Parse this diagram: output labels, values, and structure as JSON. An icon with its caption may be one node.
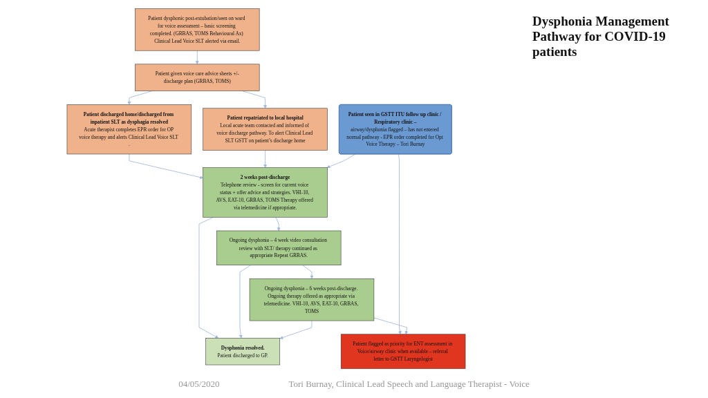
{
  "diagram": {
    "title": "Dysphonia Management Pathway for COVID-19 patients",
    "nodes": [
      {
        "text": [
          "Patient dysphonic post-extubation/seen on ward for voice assessment – basic screening completed. (GRBAS, TOMS Behavioural Ax) Clinical Lead Voice SLT alerted via email."
        ]
      },
      {
        "text": [
          "Patient given voice care advice sheets +/-discharge plan (GRBAS, TOMS)"
        ]
      },
      {
        "text": [
          "Patient discharged home/discharged from inpatient SLT as dysphagia resolved",
          "Acute therapist completes EPR order for OP voice therapy and alerts Clinical Lead Voice SLT ."
        ]
      },
      {
        "text": [
          "Patient repatriated to local hospital",
          "Local acute team contacted and informed of voice discharge pathway. To alert Clinical Lead SLT GSTT on patient’s discharge home"
        ]
      },
      {
        "text": [
          "Patient seen in GSTT ITU follow up clinic / Respiratory clinic –",
          "airway/dysphonia flagged – has not entered normal pathway - EPR order completed for Opt Voice Therapy – Tori Burnay"
        ]
      },
      {
        "text": [
          "2 weeks post-discharge",
          "Telephone review - screen for current voice status + offer advice and strategies. VHI-10, AVS, EAT-10, GRBAS, TOMS Therapy offered via telemedicine if appropriate."
        ]
      },
      {
        "text": [
          "Ongoing dysphonia – 4 week video consultation review with SLT/ therapy continued as appropriate Repeat GRBAS."
        ]
      },
      {
        "text": [
          "Dysphonia resolved.",
          "Patient discharged to GP."
        ]
      },
      {
        "text": [
          "Patient flagged as priority for ENT assessment in Voice/airway clinic when available – referral letter to GSTT Laryngologist"
        ]
      },
      {
        "text": [
          "Ongoing dysphonia – 6 weeks post-discharge. Ongoing therapy offered as appropriate via telemedicine. VHI-10, AVS, EAT-10, GRBAS, TOMS"
        ]
      }
    ],
    "edges": [
      {
        "from": 0,
        "to": 1,
        "arrow": "to"
      },
      {
        "from": 1,
        "to": 2,
        "arrow": "to"
      },
      {
        "from": 1,
        "to": 3,
        "arrow": "to"
      },
      {
        "from": 2,
        "to": 5,
        "arrow": "to"
      },
      {
        "from": 3,
        "to": 5,
        "arrow": "to"
      },
      {
        "from": 4,
        "to": 5,
        "arrow": "to"
      },
      {
        "from": 4,
        "to": 8,
        "arrow": "to"
      },
      {
        "from": 5,
        "to": 6,
        "arrow": "to"
      },
      {
        "from": 6,
        "to": 9,
        "arrow": "to"
      },
      {
        "from": 5,
        "to": 7,
        "arrow": "to"
      },
      {
        "from": 6,
        "to": 7,
        "arrow": "to"
      },
      {
        "from": 9,
        "to": 7,
        "arrow": "to"
      },
      {
        "from": 9,
        "to": 8,
        "arrow": "to"
      }
    ],
    "labels": [
      "04/05/2020",
      "Tori Burnay, Clinical Lead Speech and Language Therapist - Voice"
    ]
  }
}
